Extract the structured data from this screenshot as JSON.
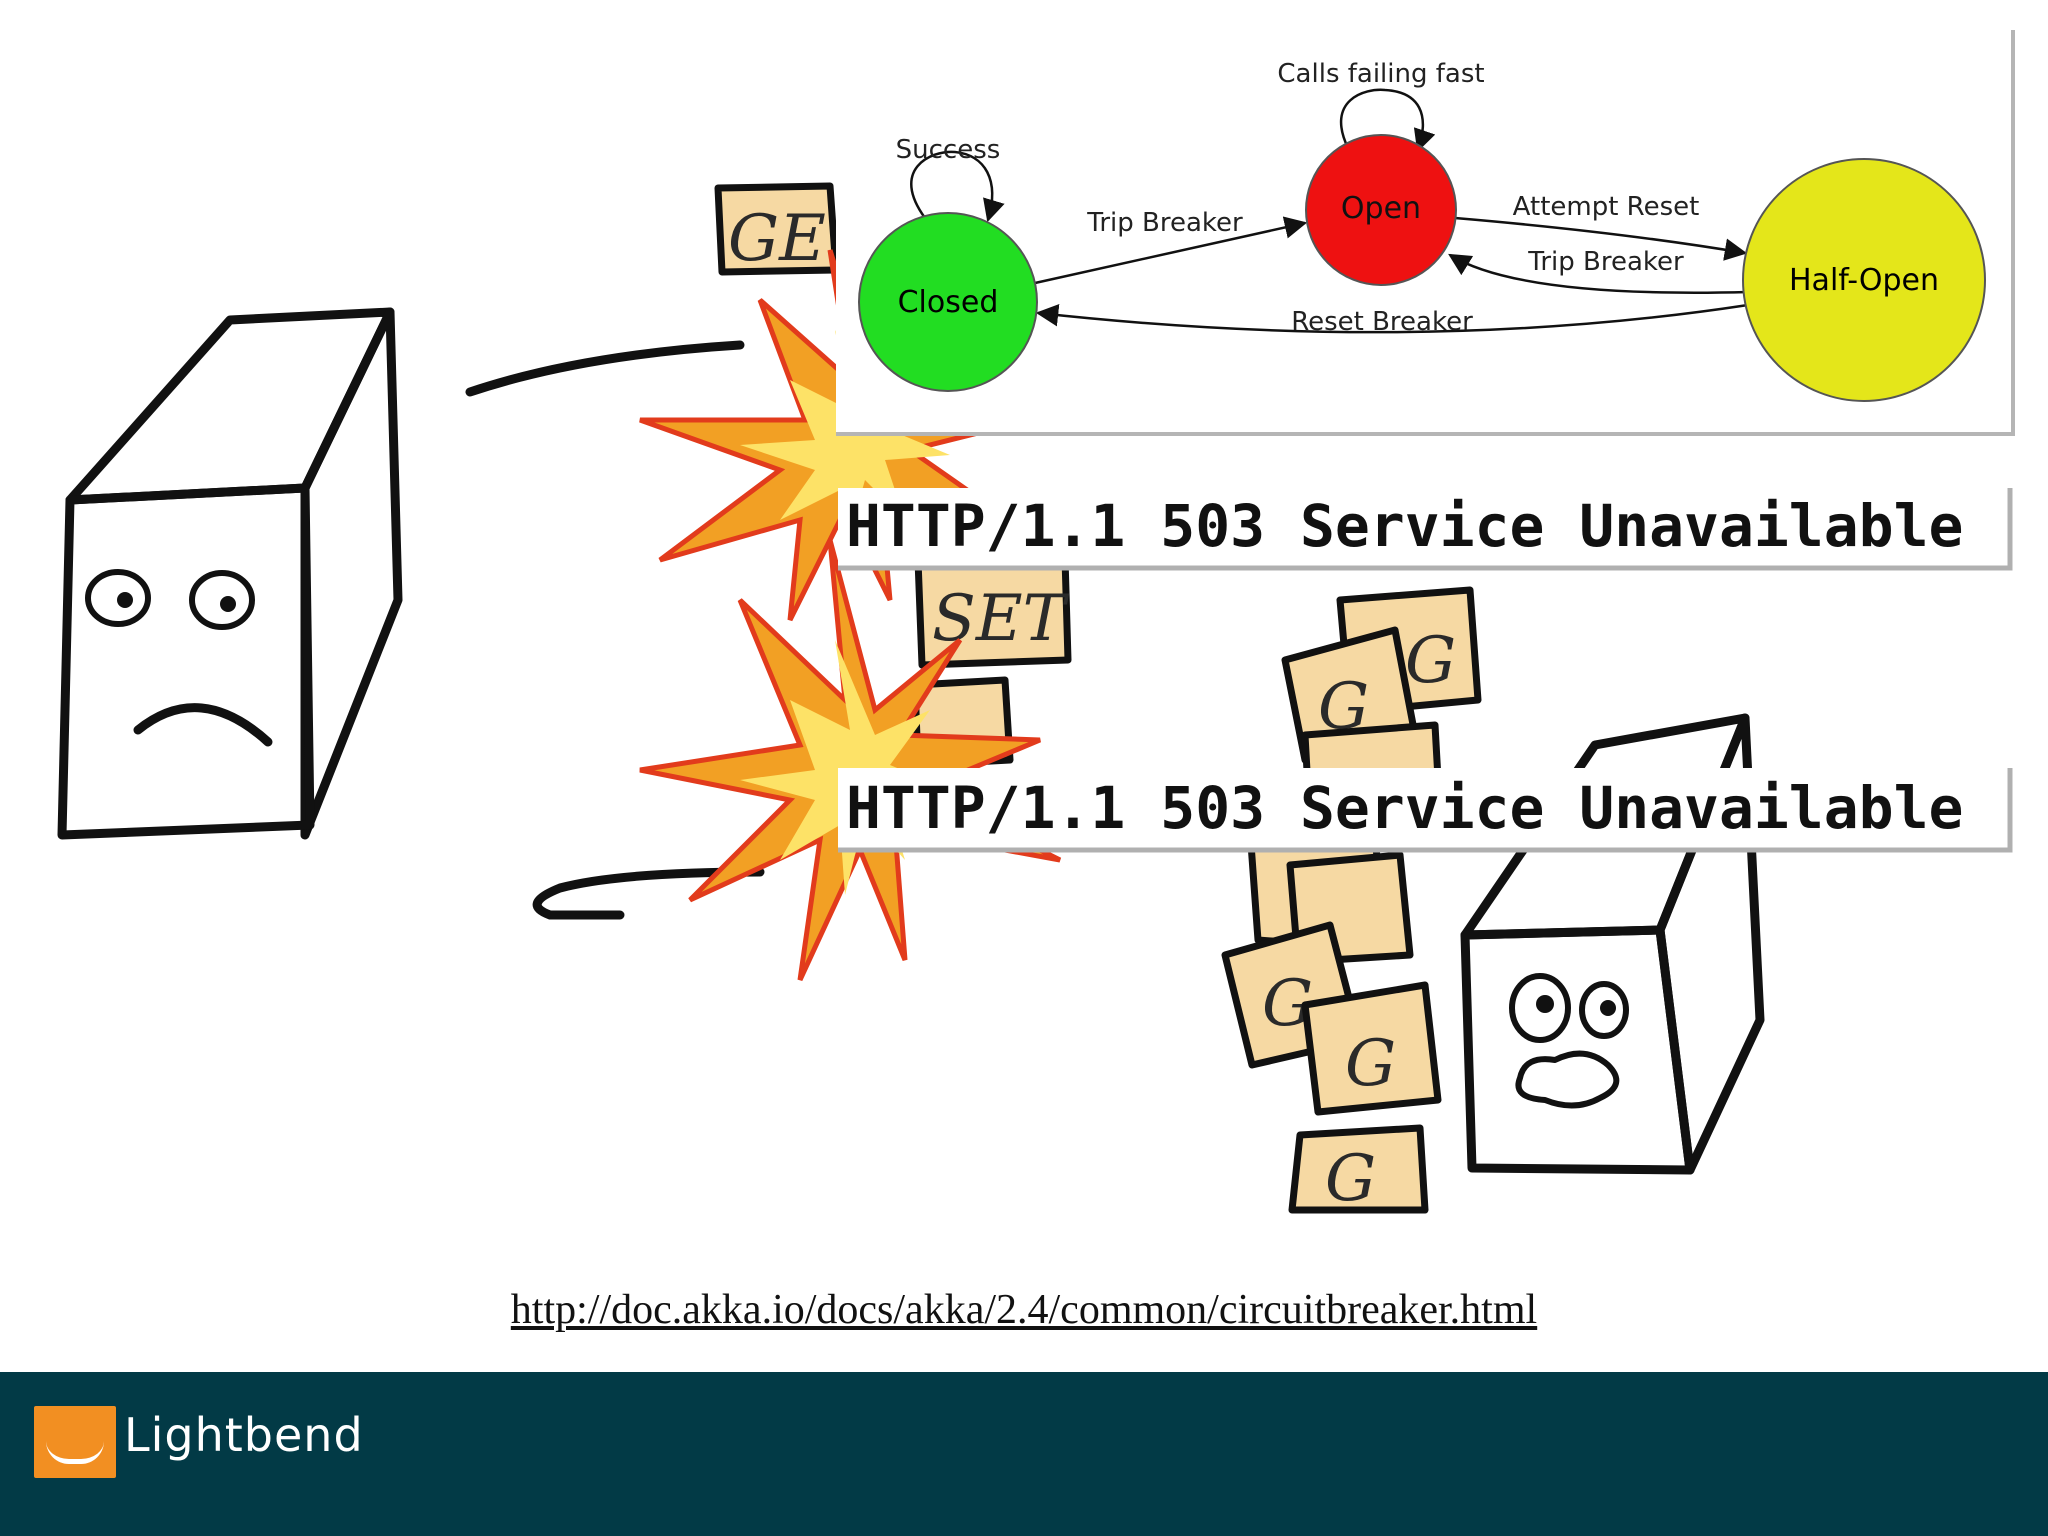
{
  "diagram": {
    "states": {
      "closed": "Closed",
      "open": "Open",
      "half_open": "Half-Open"
    },
    "transitions": {
      "success": "Success",
      "calls_failing_fast": "Calls failing fast",
      "trip_breaker_closed_open": "Trip Breaker",
      "attempt_reset": "Attempt Reset",
      "trip_breaker_half_open": "Trip Breaker",
      "reset_breaker": "Reset Breaker"
    },
    "colors": {
      "closed": "#22dd22",
      "open": "#ee1111",
      "half_open": "#e4e61a"
    }
  },
  "responses": [
    "HTTP/1.1 503 Service Unavailable",
    "HTTP/1.1 503 Service Unavailable"
  ],
  "request_cards": {
    "get_partial": "GE",
    "set_partial": "SET",
    "g": "G"
  },
  "source_link": "http://doc.akka.io/docs/akka/2.4/common/circuitbreaker.html",
  "footer": {
    "brand": "Lightbend",
    "brand_color": "#f28f22",
    "background": "#023a46"
  }
}
